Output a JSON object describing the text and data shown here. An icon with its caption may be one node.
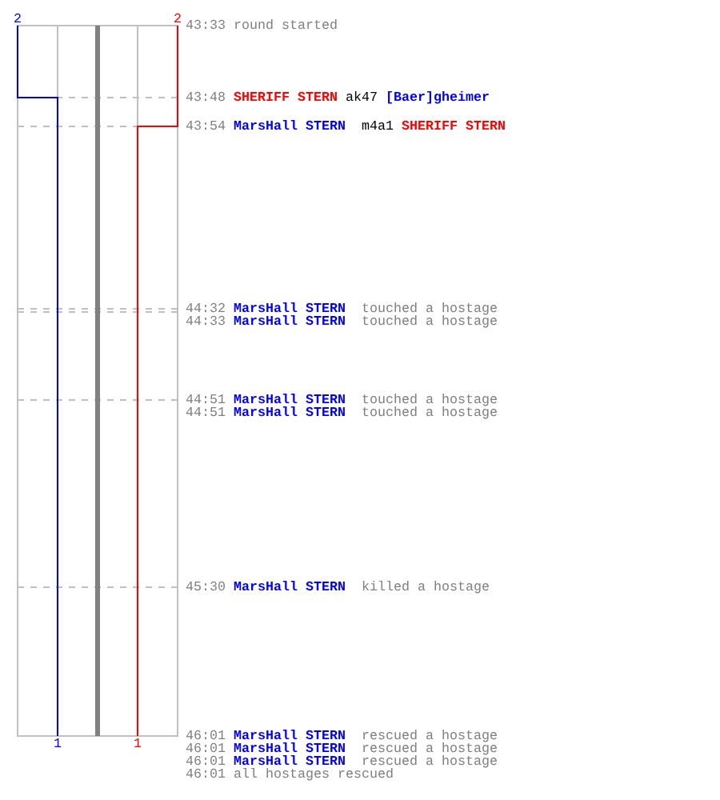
{
  "diagram": {
    "labels": [
      "2",
      "2",
      "43:33",
      "round started",
      "43:48",
      "SHERIFF STERN",
      "ak47",
      "[Baer]gheimer",
      "43:54",
      "MarsHall STERN",
      "m4a1",
      "SHERIFF STERN",
      "44:32",
      "MarsHall STERN",
      "touched a hostage",
      "44:33",
      "MarsHall STERN",
      "touched a hostage",
      "44:51",
      "MarsHall STERN",
      "touched a hostage",
      "44:51",
      "MarsHall STERN",
      "touched a hostage",
      "45:30",
      "MarsHall STERN",
      "killed a hostage",
      "46:01",
      "MarsHall STERN",
      "rescued a hostage",
      "1",
      "1",
      "46:01",
      "MarsHall STERN",
      "rescued a hostage",
      "46:01",
      "MarsHall STERN",
      "rescued a hostage",
      "46:01",
      "all hostages rescued"
    ]
  }
}
